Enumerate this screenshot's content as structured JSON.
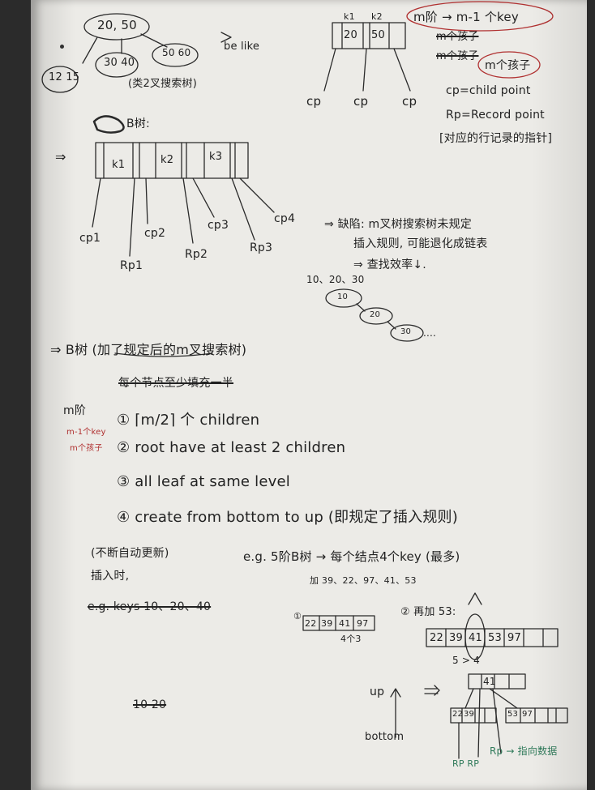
{
  "tree": {
    "root": "20, 50",
    "children": [
      "12 15",
      "30 40",
      "50 60"
    ],
    "caption": "(类2叉搜索树)",
    "be_like": "be like"
  },
  "node_top": {
    "k1": "k1",
    "k2": "k2",
    "keys": [
      "20",
      "50"
    ],
    "pointers": [
      "cp",
      "cp",
      "cp"
    ]
  },
  "m_order": {
    "line1": "m阶 → m-1 个key",
    "line2": "m个孩子",
    "line3": "m个孩子",
    "cp_def": "cp=child point",
    "rp_def": "Rp=Record point",
    "rp_note": "[对应的行记录的指针]"
  },
  "scribble_label": "B树:",
  "big_node": {
    "arrow": "⇒",
    "keys": [
      "k1",
      "k2",
      "k3"
    ],
    "cp_labels": [
      "cp1",
      "cp2",
      "cp3",
      "cp4"
    ],
    "rp_labels": [
      "Rp1",
      "Rp2",
      "Rp3"
    ]
  },
  "drawback": {
    "line1": "⇒ 缺陷: m叉树搜索树未规定",
    "line2": "插入规则, 可能退化成链表",
    "line3": "⇒ 查找效率↓."
  },
  "chain": {
    "label": "10、20、30",
    "nodes": [
      "10",
      "20",
      "30"
    ],
    "ellipsis": "...."
  },
  "btree": {
    "heading": "⇒ B树 (加了规定后的m叉搜索树)",
    "struck": "每个节点至少填充一半",
    "m_label": "m阶",
    "side1": "m-1个key",
    "side2": "m个孩子",
    "rules": [
      "① ⌈m/2⌉ 个 children",
      "② root have at least 2 children",
      "③ all leaf at same level",
      "④ create from bottom to up (即规定了插入规则)"
    ]
  },
  "insert": {
    "title": "(不断自动更新)",
    "sub": "插入时,",
    "struck1": "e.g. keys 10、20、40",
    "struck2": "10 20"
  },
  "example": {
    "title": "e.g. 5阶B树 → 每个结点4个key (最多)",
    "keys_line": "加 39、22、97、41、53",
    "step1_label": "①",
    "step1_keys": [
      "22",
      "39",
      "41",
      "97"
    ],
    "step1_note": "4个3",
    "step2_label": "② 再加 53:",
    "step2_keys": [
      "22",
      "39",
      "41",
      "53",
      "97"
    ],
    "step2_note": "5 > 4",
    "up": "up",
    "bottom": "bottom",
    "root_key": "41",
    "leaf_left": [
      "22",
      "39"
    ],
    "leaf_right": [
      "53",
      "97"
    ],
    "rp_labels": "RP RP",
    "rp_note": "Rp → 指向数据"
  }
}
